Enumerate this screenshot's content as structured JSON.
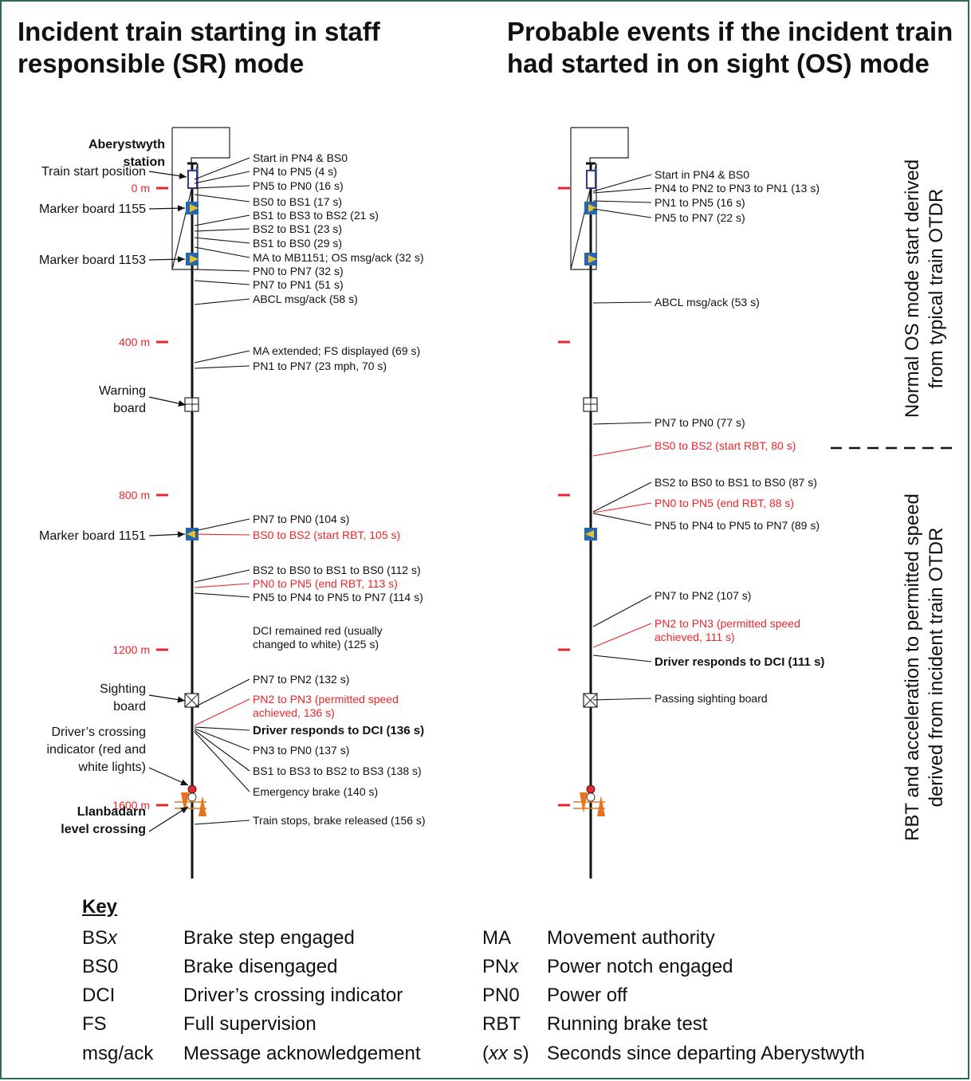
{
  "titles": {
    "left": [
      "Incident train starting in staff",
      "responsible (SR) mode"
    ],
    "right": [
      "Probable events if the incident train",
      "had started in on sight (OS) mode"
    ]
  },
  "colors": {
    "red": "#e8262b",
    "black": "#111111",
    "blue": "#2e3d97",
    "marker_blue": "#2366b5",
    "marker_yellow": "#e8c12a",
    "warning_orange": "#e8731f",
    "frame_green": "#2f6b4f"
  },
  "distance_labels": [
    "0 m",
    "400 m",
    "800 m",
    "1200 m",
    "1600 m"
  ],
  "left_features": [
    {
      "name": "station",
      "lines": [
        "Aberystwyth",
        "station"
      ],
      "bold": true
    },
    {
      "name": "train-start",
      "lines": [
        "Train start position"
      ],
      "bold": false
    },
    {
      "name": "mb1155",
      "lines": [
        "Marker board 1155"
      ],
      "bold": false
    },
    {
      "name": "mb1153",
      "lines": [
        "Marker board 1153"
      ],
      "bold": false
    },
    {
      "name": "warning-board",
      "lines": [
        "Warning",
        "board"
      ],
      "bold": false
    },
    {
      "name": "mb1151",
      "lines": [
        "Marker board 1151"
      ],
      "bold": false
    },
    {
      "name": "sighting-board",
      "lines": [
        "Sighting",
        "board"
      ],
      "bold": false
    },
    {
      "name": "dci",
      "lines": [
        "Driver’s crossing",
        "indicator (red and",
        "white lights)"
      ],
      "bold": false
    },
    {
      "name": "crossing",
      "lines": [
        "Llanbadarn",
        "level crossing"
      ],
      "bold": true
    }
  ],
  "left_events": [
    {
      "lines": [
        "Start in PN4 & BS0"
      ],
      "red": false,
      "bold": false
    },
    {
      "lines": [
        "PN4 to PN5 (4 s)"
      ],
      "red": false,
      "bold": false
    },
    {
      "lines": [
        "PN5 to PN0 (16 s)"
      ],
      "red": false,
      "bold": false
    },
    {
      "lines": [
        "BS0 to BS1 (17 s)"
      ],
      "red": false,
      "bold": false
    },
    {
      "lines": [
        "BS1 to BS3 to BS2 (21 s)"
      ],
      "red": false,
      "bold": false
    },
    {
      "lines": [
        "BS2 to BS1 (23 s)"
      ],
      "red": false,
      "bold": false
    },
    {
      "lines": [
        "BS1 to BS0 (29 s)"
      ],
      "red": false,
      "bold": false
    },
    {
      "lines": [
        "MA to MB1151; OS msg/ack (32 s)"
      ],
      "red": false,
      "bold": false
    },
    {
      "lines": [
        "PN0 to PN7 (32 s)"
      ],
      "red": false,
      "bold": false
    },
    {
      "lines": [
        "PN7 to PN1 (51 s)"
      ],
      "red": false,
      "bold": false
    },
    {
      "lines": [
        "ABCL msg/ack (58 s)"
      ],
      "red": false,
      "bold": false
    },
    {
      "lines": [
        "MA extended; FS displayed (69 s)"
      ],
      "red": false,
      "bold": false
    },
    {
      "lines": [
        "PN1 to PN7 (23 mph, 70 s)"
      ],
      "red": false,
      "bold": false
    },
    {
      "lines": [
        "PN7 to PN0 (104 s)"
      ],
      "red": false,
      "bold": false
    },
    {
      "lines": [
        "BS0 to BS2 (start RBT, 105 s)"
      ],
      "red": true,
      "bold": false
    },
    {
      "lines": [
        "BS2 to BS0 to BS1 to BS0 (112 s)"
      ],
      "red": false,
      "bold": false
    },
    {
      "lines": [
        "PN0 to PN5 (end RBT, 113 s)"
      ],
      "red": true,
      "bold": false
    },
    {
      "lines": [
        "PN5 to PN4 to PN5 to PN7 (114 s)"
      ],
      "red": false,
      "bold": false
    },
    {
      "lines": [
        "DCI remained red (usually",
        "changed to white) (125 s)"
      ],
      "red": false,
      "bold": false
    },
    {
      "lines": [
        "PN7 to PN2 (132 s)"
      ],
      "red": false,
      "bold": false
    },
    {
      "lines": [
        "PN2 to PN3 (permitted speed",
        "achieved, 136 s)"
      ],
      "red": true,
      "bold": false
    },
    {
      "lines": [
        "Driver responds to DCI (136 s)"
      ],
      "red": false,
      "bold": true
    },
    {
      "lines": [
        "PN3 to PN0 (137 s)"
      ],
      "red": false,
      "bold": false
    },
    {
      "lines": [
        "BS1 to BS3 to BS2 to BS3 (138 s)"
      ],
      "red": false,
      "bold": false
    },
    {
      "lines": [
        "Emergency brake (140 s)"
      ],
      "red": false,
      "bold": false
    },
    {
      "lines": [
        "Train stops, brake released (156 s)"
      ],
      "red": false,
      "bold": false
    }
  ],
  "right_events": [
    {
      "lines": [
        "Start in PN4 & BS0"
      ],
      "red": false,
      "bold": false
    },
    {
      "lines": [
        "PN4 to PN2 to PN3 to PN1 (13 s)"
      ],
      "red": false,
      "bold": false
    },
    {
      "lines": [
        "PN1 to PN5 (16 s)"
      ],
      "red": false,
      "bold": false
    },
    {
      "lines": [
        "PN5 to PN7 (22 s)"
      ],
      "red": false,
      "bold": false
    },
    {
      "lines": [
        "ABCL msg/ack (53 s)"
      ],
      "red": false,
      "bold": false
    },
    {
      "lines": [
        "PN7 to PN0 (77 s)"
      ],
      "red": false,
      "bold": false
    },
    {
      "lines": [
        "BS0 to BS2 (start RBT, 80 s)"
      ],
      "red": true,
      "bold": false
    },
    {
      "lines": [
        "BS2 to BS0 to BS1 to BS0 (87 s)"
      ],
      "red": false,
      "bold": false
    },
    {
      "lines": [
        "PN0 to PN5 (end RBT, 88 s)"
      ],
      "red": true,
      "bold": false
    },
    {
      "lines": [
        "PN5 to PN4 to PN5 to PN7 (89 s)"
      ],
      "red": false,
      "bold": false
    },
    {
      "lines": [
        "PN7 to PN2 (107 s)"
      ],
      "red": false,
      "bold": false
    },
    {
      "lines": [
        "PN2 to PN3 (permitted speed",
        "achieved, 111 s)"
      ],
      "red": true,
      "bold": false
    },
    {
      "lines": [
        "Driver responds to DCI (111 s)"
      ],
      "red": false,
      "bold": true
    },
    {
      "lines": [
        "Passing sighting board"
      ],
      "red": false,
      "bold": false
    }
  ],
  "side_notes": {
    "upper": [
      "Normal OS mode start derived",
      "from typical train OTDR"
    ],
    "lower": [
      "RBT and acceleration to permitted speed",
      "derived from incident train OTDR"
    ]
  },
  "key": {
    "title": "Key",
    "left": [
      {
        "abbr": "BSx",
        "desc": "Brake step engaged"
      },
      {
        "abbr": "BS0",
        "desc": "Brake disengaged"
      },
      {
        "abbr": "DCI",
        "desc": "Driver’s crossing indicator"
      },
      {
        "abbr": "FS",
        "desc": "Full supervision"
      },
      {
        "abbr": "msg/ack",
        "desc": "Message acknowledgement"
      }
    ],
    "right": [
      {
        "abbr": "MA",
        "desc": "Movement authority"
      },
      {
        "abbr": "PNx",
        "desc": "Power notch engaged"
      },
      {
        "abbr": "PN0",
        "desc": "Power off"
      },
      {
        "abbr": "RBT",
        "desc": "Running brake test"
      },
      {
        "abbr": "(xx s)",
        "desc": "Seconds since departing Aberystwyth"
      }
    ]
  }
}
